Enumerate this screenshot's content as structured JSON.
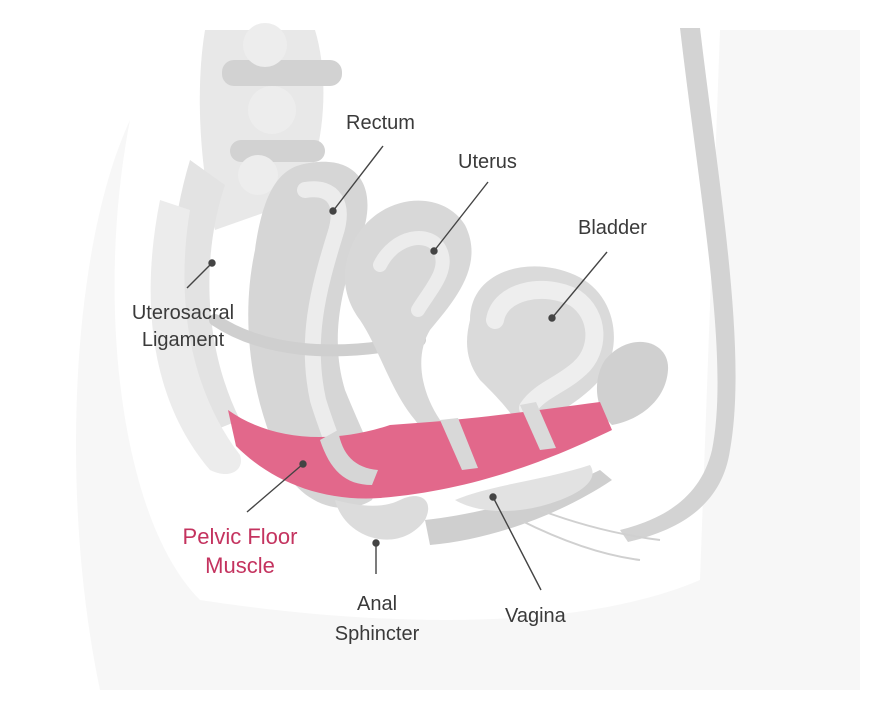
{
  "labels": {
    "rectum": "Rectum",
    "uterus": "Uterus",
    "bladder": "Bladder",
    "uterosacral_line1": "Uterosacral",
    "uterosacral_line2": "Ligament",
    "pelvic_line1": "Pelvic Floor",
    "pelvic_line2": "Muscle",
    "anal_line1": "Anal",
    "anal_line2": "Sphincter",
    "vagina": "Vagina"
  },
  "colors": {
    "muscle": "#e2688b",
    "muscle_label": "#c4335f",
    "organ_light": "#dcdcdc",
    "organ_dark": "#c9c9c9",
    "bone": "#e6e6e6",
    "leader": "#444444",
    "text": "#3a3a3a"
  }
}
